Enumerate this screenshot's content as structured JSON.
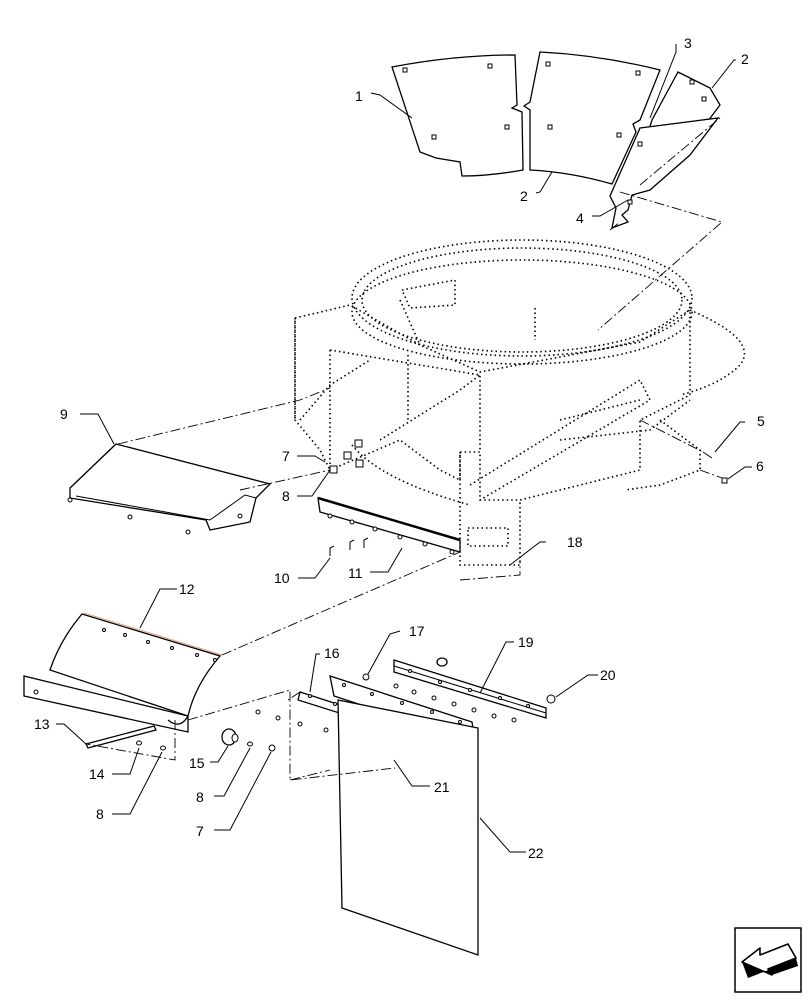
{
  "diagram": {
    "callouts": [
      {
        "id": "c1",
        "label": "1"
      },
      {
        "id": "c2a",
        "label": "2"
      },
      {
        "id": "c2b",
        "label": "2"
      },
      {
        "id": "c3",
        "label": "3"
      },
      {
        "id": "c4",
        "label": "4"
      },
      {
        "id": "c5",
        "label": "5"
      },
      {
        "id": "c6",
        "label": "6"
      },
      {
        "id": "c7a",
        "label": "7"
      },
      {
        "id": "c7b",
        "label": "7"
      },
      {
        "id": "c8a",
        "label": "8"
      },
      {
        "id": "c8b",
        "label": "8"
      },
      {
        "id": "c8c",
        "label": "8"
      },
      {
        "id": "c9",
        "label": "9"
      },
      {
        "id": "c10",
        "label": "10"
      },
      {
        "id": "c11",
        "label": "11"
      },
      {
        "id": "c12",
        "label": "12"
      },
      {
        "id": "c13",
        "label": "13"
      },
      {
        "id": "c14",
        "label": "14"
      },
      {
        "id": "c15",
        "label": "15"
      },
      {
        "id": "c16",
        "label": "16"
      },
      {
        "id": "c17",
        "label": "17"
      },
      {
        "id": "c18",
        "label": "18"
      },
      {
        "id": "c19",
        "label": "19"
      },
      {
        "id": "c20",
        "label": "20"
      },
      {
        "id": "c21",
        "label": "21"
      },
      {
        "id": "c22",
        "label": "22"
      }
    ]
  },
  "nav": {
    "icon": "arrow-back-icon"
  }
}
